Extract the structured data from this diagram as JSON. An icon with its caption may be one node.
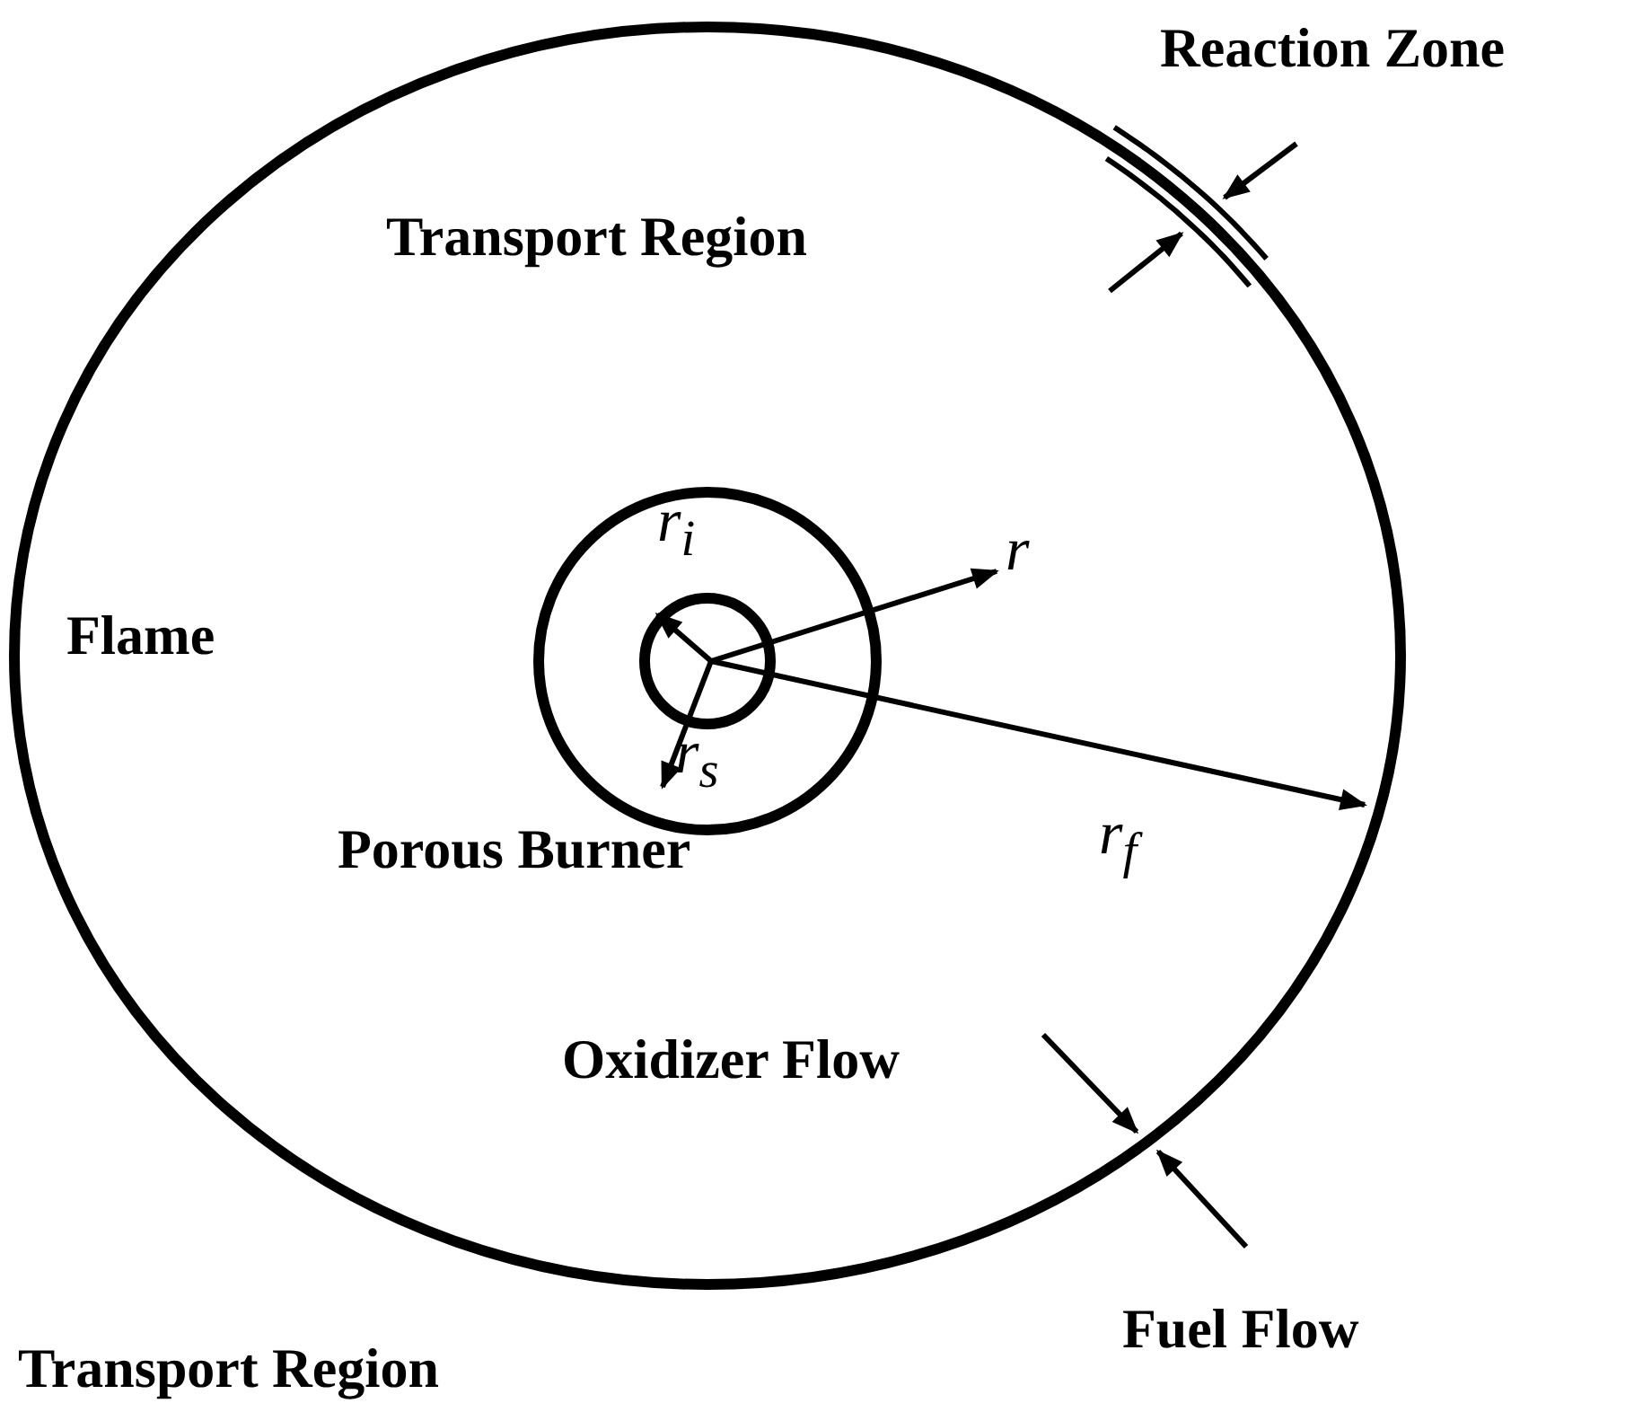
{
  "diagram": {
    "labels": [
      "Reaction Zone",
      "Transport Region",
      "r$_{i}$",
      "r",
      "Flame",
      "r$_{s}$",
      "r$_{f}$",
      "Porous Burner",
      "Oxidizer Flow",
      "Fuel Flow",
      "Transport Region"
    ]
  }
}
